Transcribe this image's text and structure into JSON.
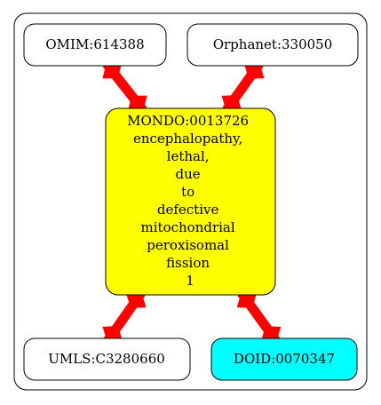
{
  "graph": {
    "nodes": [
      {
        "id": "omim",
        "label": [
          "OMIM:614388"
        ],
        "fill": "#ffffff"
      },
      {
        "id": "orphanet",
        "label": [
          "Orphanet:330050"
        ],
        "fill": "#ffffff"
      },
      {
        "id": "mondo",
        "label": [
          "MONDO:0013726",
          "encephalopathy,",
          "lethal,",
          "due",
          "to",
          "defective",
          "mitochondrial",
          "peroxisomal",
          "fission",
          "1"
        ],
        "fill": "#ffff00"
      },
      {
        "id": "umls",
        "label": [
          "UMLS:C3280660"
        ],
        "fill": "#ffffff"
      },
      {
        "id": "doid",
        "label": [
          "DOID:0070347"
        ],
        "fill": "#00ffff"
      }
    ],
    "edges": [
      {
        "from": "omim",
        "to": "mondo"
      },
      {
        "from": "orphanet",
        "to": "mondo"
      },
      {
        "from": "mondo",
        "to": "umls"
      },
      {
        "from": "mondo",
        "to": "doid"
      }
    ],
    "edge_color": "#ff0000"
  }
}
